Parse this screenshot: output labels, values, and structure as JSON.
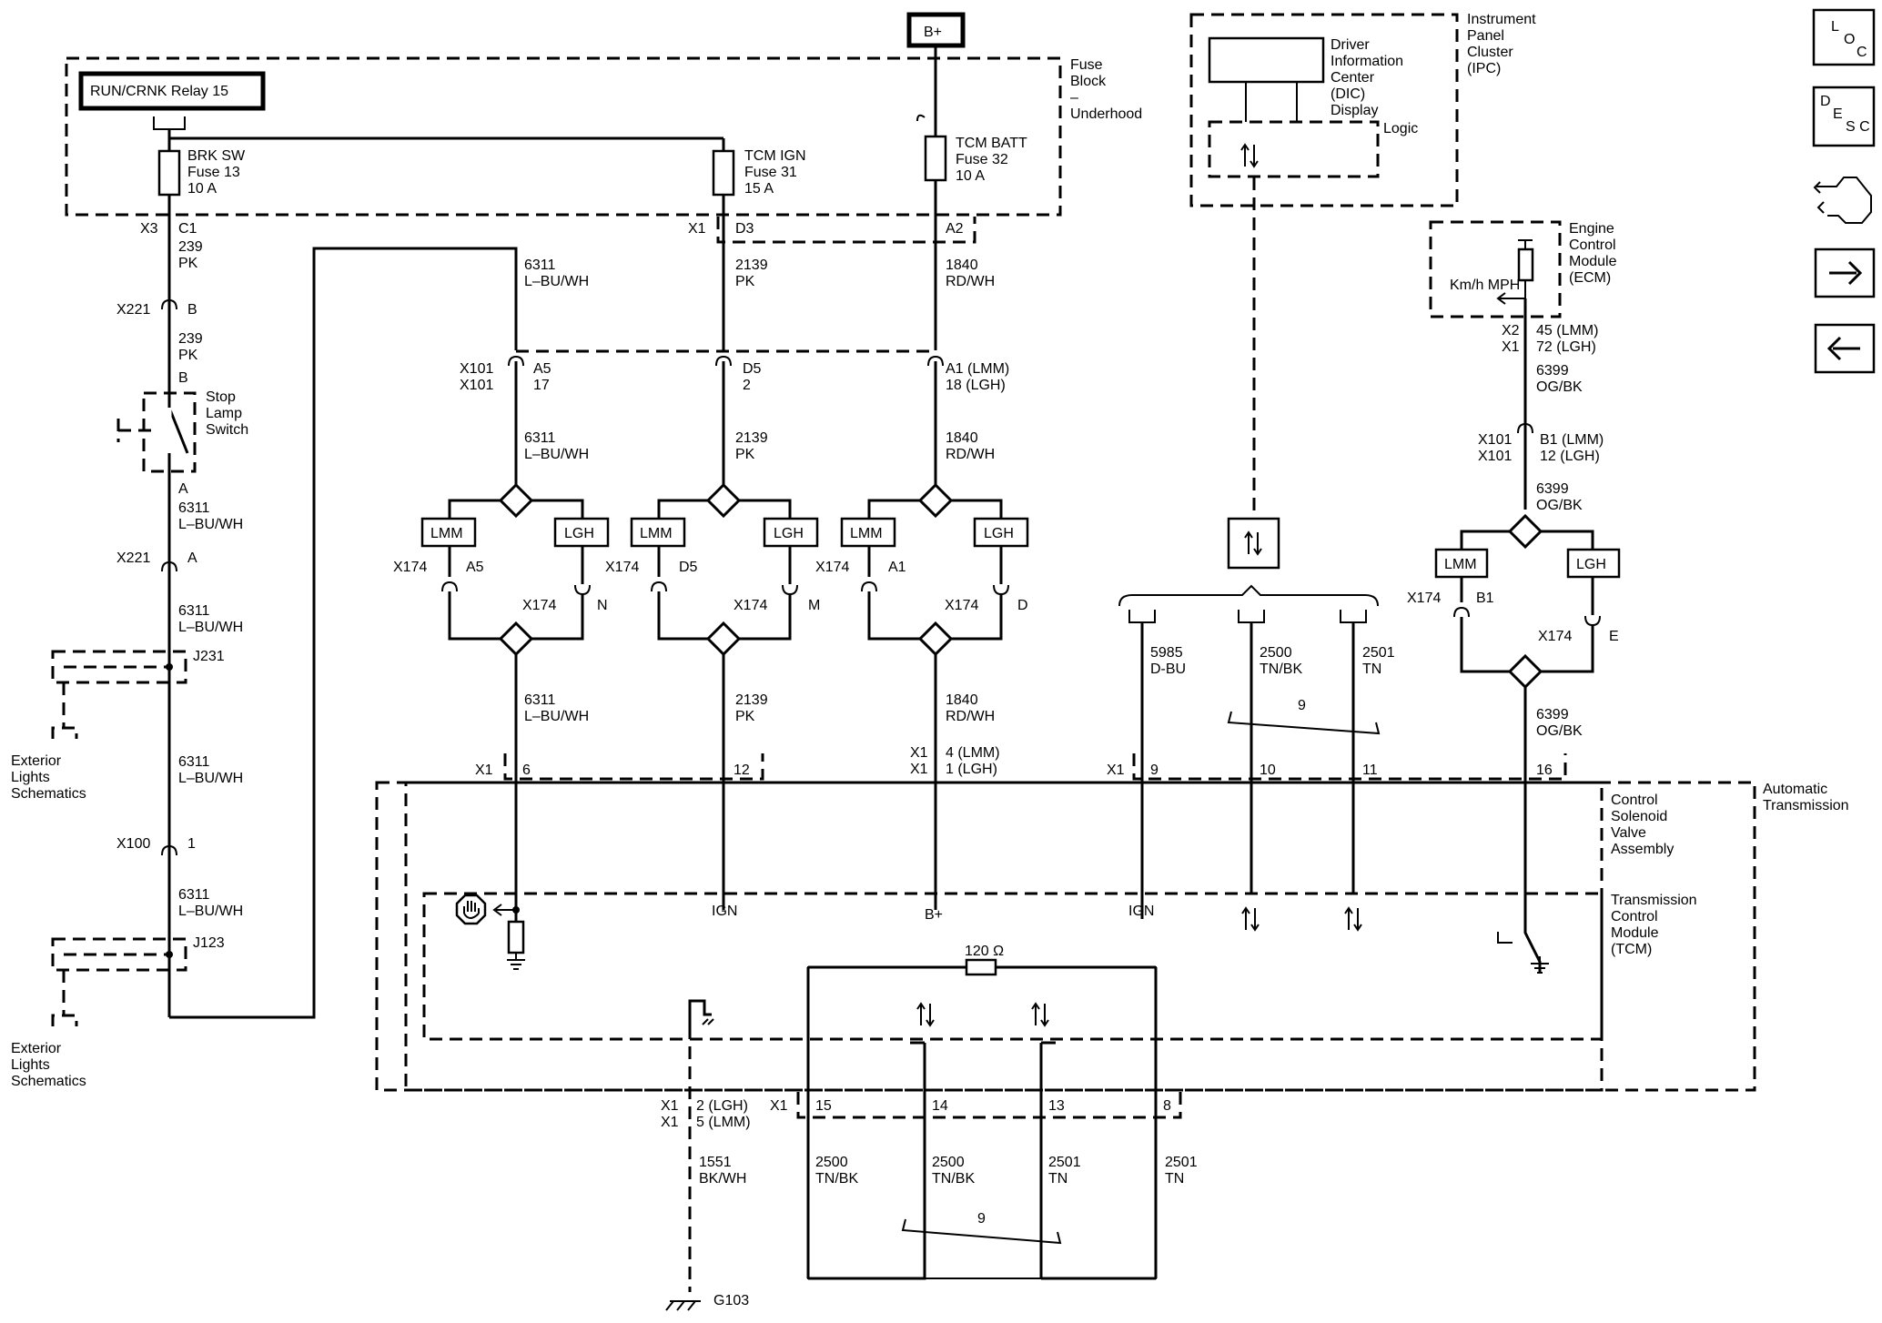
{
  "relay": {
    "label": "RUN/CRNK Relay 15"
  },
  "bplus": {
    "label": "B+"
  },
  "fuse_block": {
    "title": "Fuse Block – Underhood"
  },
  "fuses": [
    {
      "name": "BRK SW",
      "fuse": "Fuse 13",
      "amps": "10 A"
    },
    {
      "name": "TCM IGN",
      "fuse": "Fuse 31",
      "amps": "15 A"
    },
    {
      "name": "TCM BATT",
      "fuse": "Fuse 32",
      "amps": "10 A"
    }
  ],
  "ipc": {
    "title": "Instrument Panel Cluster (IPC)",
    "dic": "Driver Information Center (DIC) Display",
    "logic": "Logic"
  },
  "ecm": {
    "title": "Engine Control Module (ECM)",
    "gauge": "Km/h MPH"
  },
  "side_buttons": [
    {
      "sup": "L",
      "main": "O",
      "sub": "C"
    },
    {
      "sup": "D",
      "main": "E",
      "sub": "S C"
    }
  ],
  "stop_lamp": {
    "label": "Stop Lamp Switch"
  },
  "exterior": {
    "label": "Exterior Lights Schematics"
  },
  "options": {
    "lmm": "LMM",
    "lgh": "LGH"
  },
  "transmission": {
    "title": "Automatic Transmission",
    "csva": "Control Solenoid Valve Assembly",
    "tcm": "Transmission Control Module (TCM)",
    "resistor": "120 Ω",
    "ground": "G103",
    "ign": "IGN",
    "bplus": "B+"
  },
  "connectors": {
    "x3": "X3",
    "c1": "C1",
    "x221": "X221",
    "b": "B",
    "a": "A",
    "x1": "X1",
    "d3": "D3",
    "a2": "A2",
    "x101": "X101",
    "a5": "A5",
    "n17": "17",
    "d5": "D5",
    "n2": "2",
    "a1lmm": "A1 (LMM)",
    "n18lgh": "18 (LGH)",
    "x174": "X174",
    "n": "N",
    "m": "M",
    "dd": "D",
    "a1": "A1",
    "b1": "B1",
    "e": "E",
    "j231": "J231",
    "j123": "J123",
    "x100": "X100",
    "n1": "1",
    "x2": "X2",
    "lmm45": "45 (LMM)",
    "lgh72": "72 (LGH)",
    "b1lmm": "B1 (LMM)",
    "lgh12": "12 (LGH)",
    "p6": "6",
    "p12": "12",
    "lmm4": "4 (LMM)",
    "lgh1": "1 (LGH)",
    "p9": "9",
    "p10": "10",
    "p11": "11",
    "p16": "16",
    "lgh2": "2 (LGH)",
    "lmm5": "5 (LMM)",
    "p15": "15",
    "p14": "14",
    "p13": "13",
    "p8": "8"
  },
  "wires": {
    "w239": "239",
    "pk": "PK",
    "w6311": "6311",
    "lbuwh": "L–BU/WH",
    "w2139": "2139",
    "w1840": "1840",
    "rdwh": "RD/WH",
    "w6399": "6399",
    "ogbk": "OG/BK",
    "w5985": "5985",
    "dbu": "D-BU",
    "w2500": "2500",
    "tnbk": "TN/BK",
    "w2501": "2501",
    "tn": "TN",
    "w1551": "1551",
    "bkwh": "BK/WH",
    "twist": "9"
  }
}
